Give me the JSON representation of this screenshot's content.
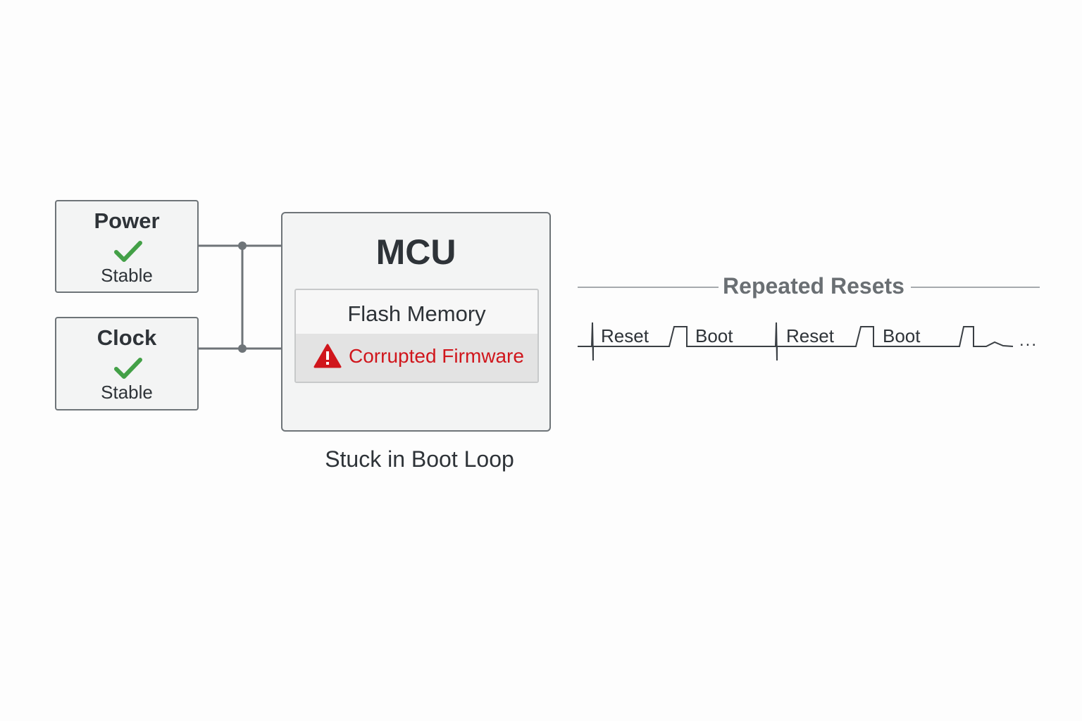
{
  "power": {
    "title": "Power",
    "status": "Stable",
    "icon": "check-icon"
  },
  "clock": {
    "title": "Clock",
    "status": "Stable",
    "icon": "check-icon"
  },
  "mcu": {
    "title": "MCU",
    "flash": {
      "title": "Flash Memory",
      "error": "Corrupted Firmware",
      "error_icon": "warning-icon"
    },
    "caption": "Stuck in Boot Loop"
  },
  "timeline": {
    "title": "Repeated Resets",
    "labels": [
      "Reset",
      "Boot",
      "Reset",
      "Boot"
    ],
    "trailing": "..."
  },
  "colors": {
    "check": "#43a047",
    "error": "#d0161c",
    "box_border": "#6e7478",
    "wire": "#6e7478"
  }
}
